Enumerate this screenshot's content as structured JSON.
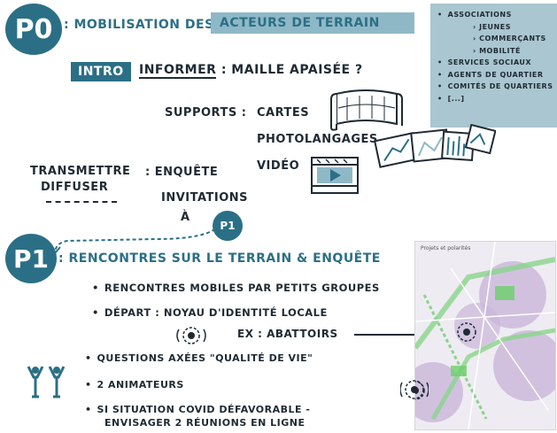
{
  "p0": {
    "badge": "P0",
    "title_part1": ": Mobilisation des",
    "title_part2": "Acteurs de terrain"
  },
  "actors_note": {
    "associations": "Associations",
    "jeunes": "Jeunes",
    "commercants": "Commerçants",
    "mobilite": "Mobilité",
    "services_sociaux": "Services sociaux",
    "agents_quartier": "Agents de quartier",
    "comites_quartiers": "Comités de quartiers",
    "etc": "[...]"
  },
  "intro": {
    "tag": "INTRO",
    "informer": "Informer",
    "question": ": maille apaisée ?"
  },
  "supports": {
    "label": "Supports :",
    "cartes": "Cartes",
    "photolangages": "Photolangages",
    "video": "Vidéo"
  },
  "transmettre": {
    "line1": "Transmettre",
    "line2": "Diffuser",
    "enquete": ": enquête",
    "invitations": "invitations",
    "a": "à",
    "p1_small": "P1"
  },
  "p1": {
    "badge": "P1",
    "title": ": Rencontres sur le terrain & enquête",
    "items": [
      "Rencontres mobiles par petits groupes",
      "Départ : noyau d'identité locale",
      "Questions axées \"qualité de vie\"",
      "2 animateurs",
      "Si situation Covid défavorable -"
    ],
    "item5_line2": "envisager 2 réunions en ligne",
    "example": "Ex : Abattoirs"
  },
  "map": {
    "title": "Projets et polarités"
  },
  "colors": {
    "teal": "#2b6f86",
    "light_teal": "#8fb8c7",
    "note_bg": "#a9c6d1",
    "green": "#6bcf6a",
    "purple": "#b39bc9"
  }
}
